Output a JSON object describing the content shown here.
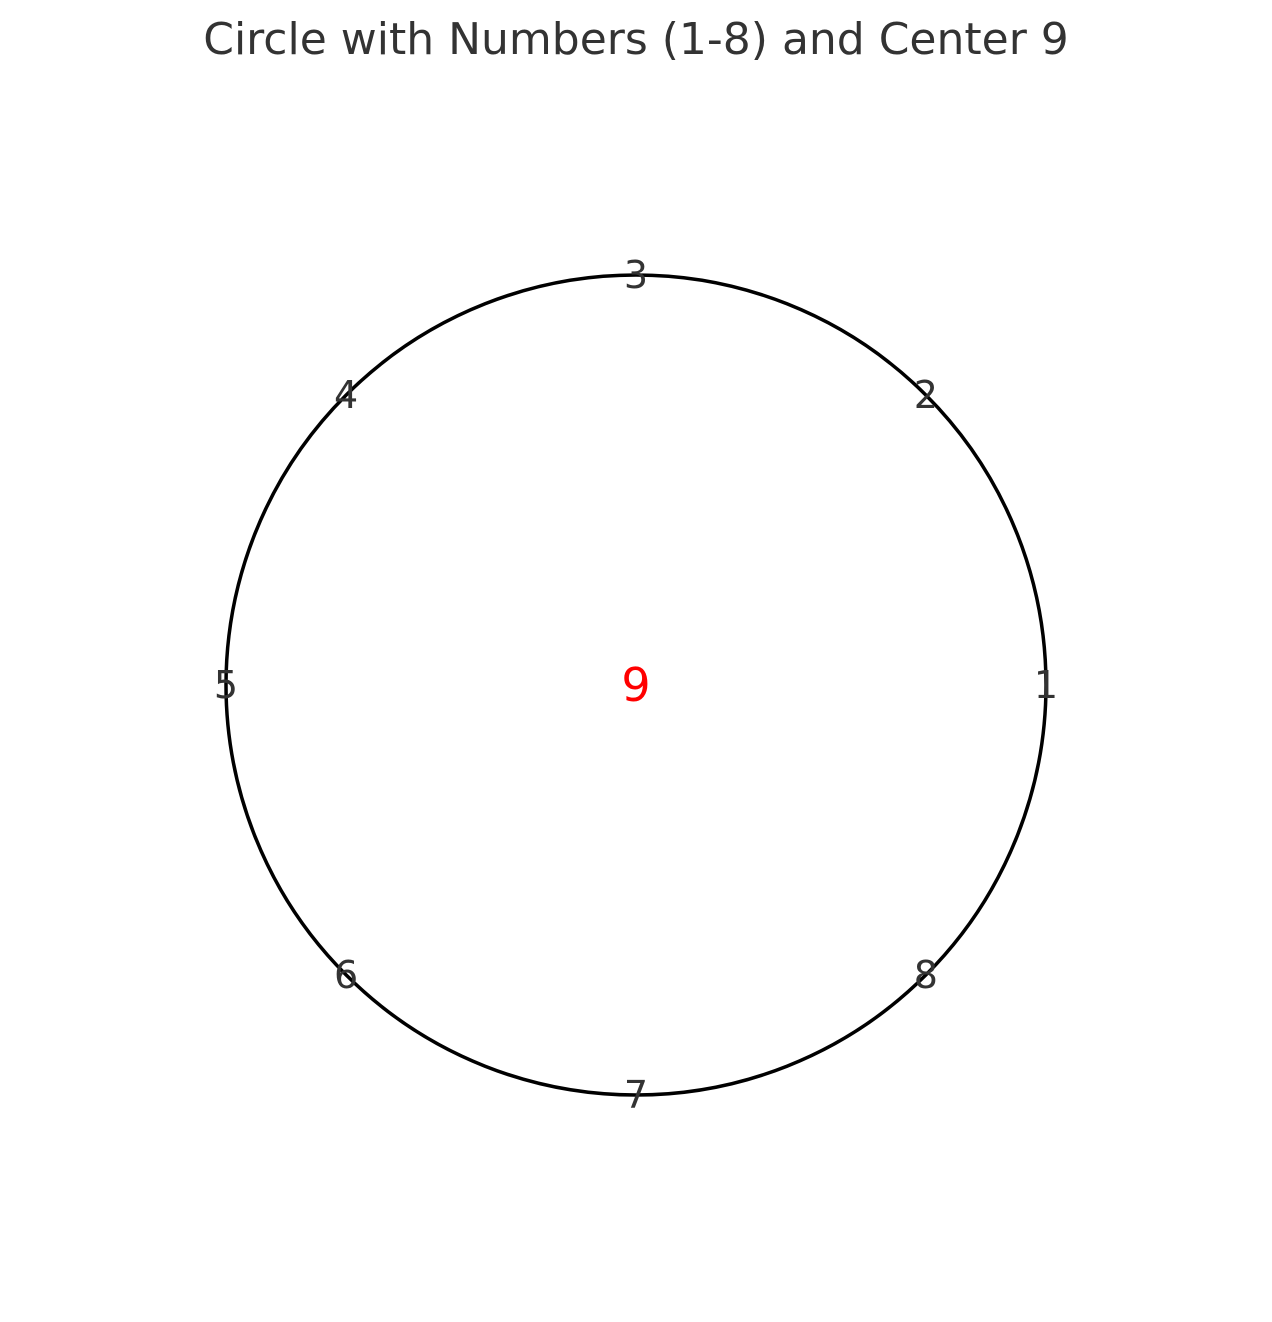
{
  "title": "Circle with Numbers (1-8) and Center 9",
  "colors": {
    "circle_stroke": "#000000",
    "rim_text": "#333333",
    "center_text": "#ff0000"
  },
  "rim_numbers": [
    "1",
    "2",
    "3",
    "4",
    "5",
    "6",
    "7",
    "8"
  ],
  "center_number": "9"
}
